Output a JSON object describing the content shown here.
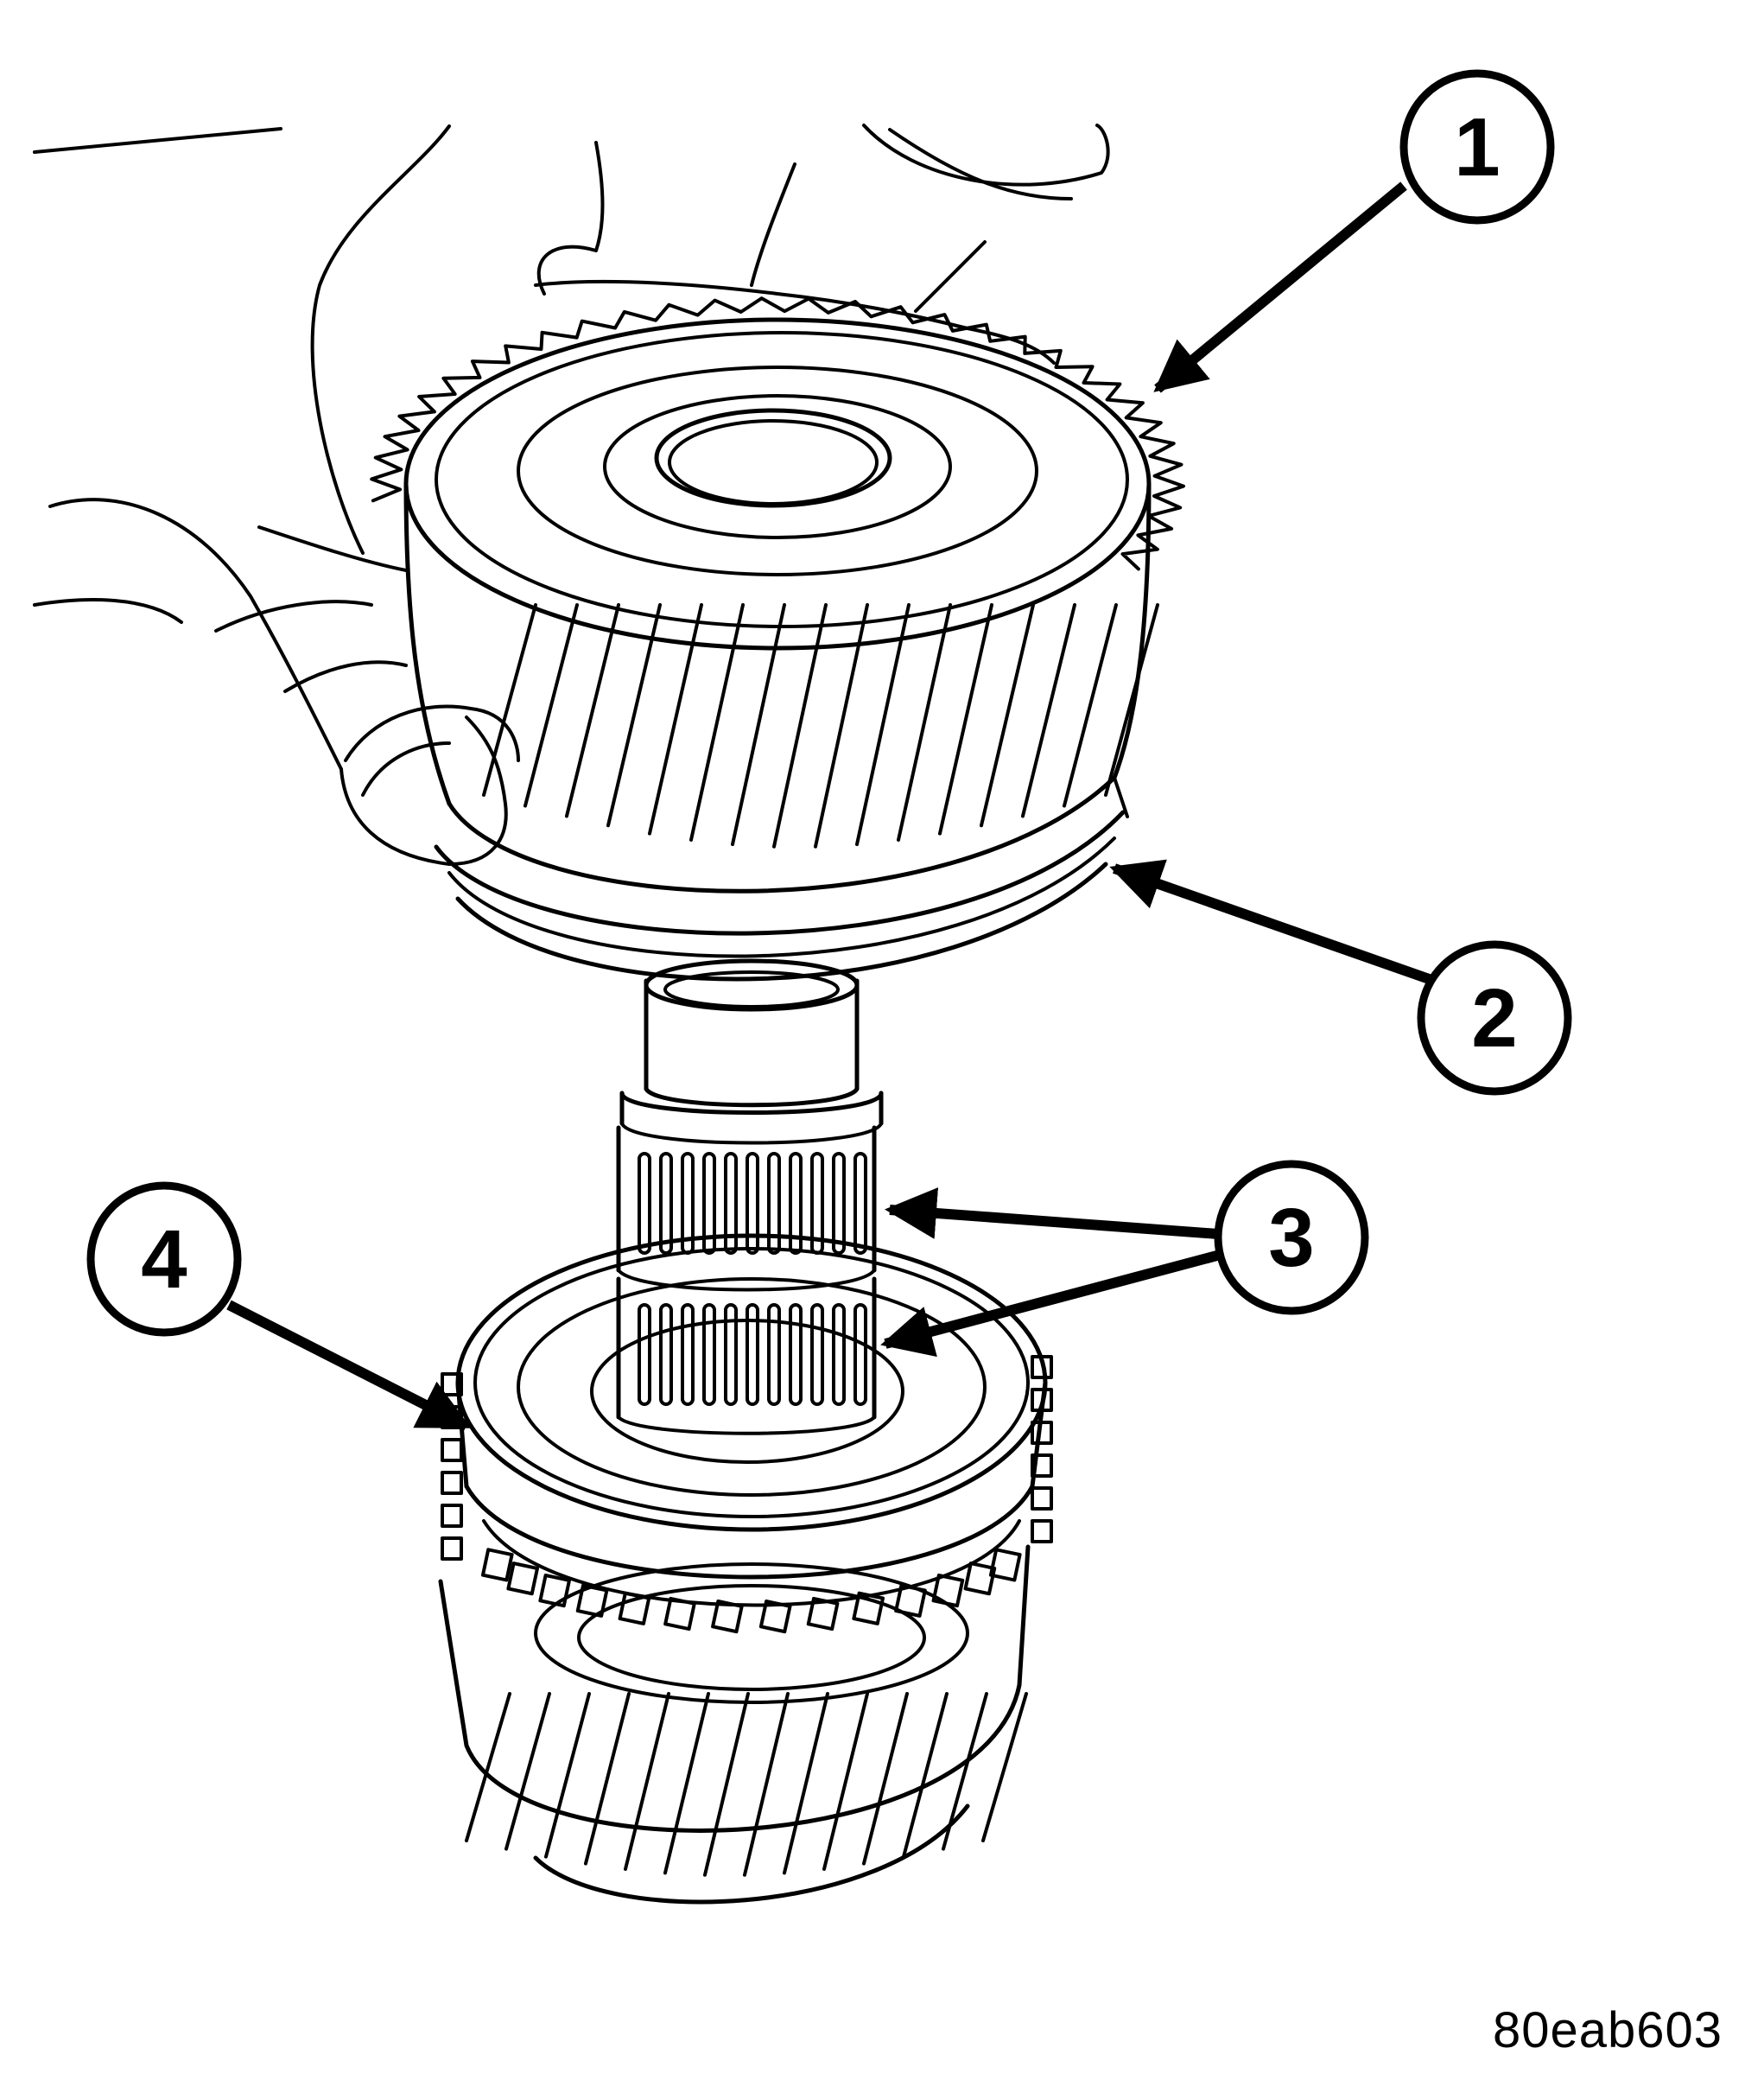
{
  "figure": {
    "id_label": "80eab603"
  },
  "callouts": [
    {
      "number": "1",
      "target": "gear"
    },
    {
      "number": "2",
      "target": "synchronizer-ring"
    },
    {
      "number": "3",
      "target": "needle-bearings"
    },
    {
      "number": "4",
      "target": "synchronizer-hub-gear"
    }
  ],
  "colors": {
    "ink": "#000000",
    "background": "#ffffff"
  }
}
